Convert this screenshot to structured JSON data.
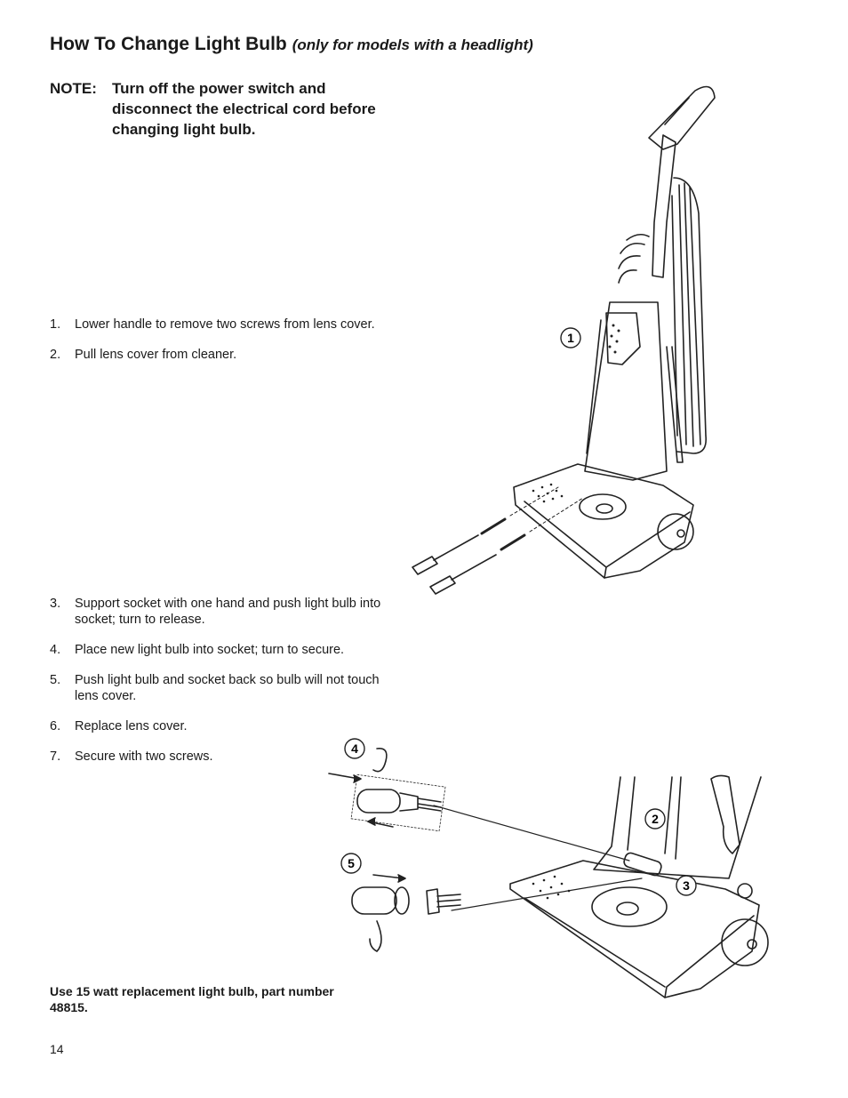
{
  "header": {
    "title": "How To Change Light Bulb",
    "subtitle": "(only for models with a headlight)"
  },
  "note": {
    "label": "NOTE:",
    "text": "Turn off the power switch and disconnect the electrical cord before changing light bulb."
  },
  "steps": [
    {
      "num": "1.",
      "text": "Lower handle to remove two screws from lens cover."
    },
    {
      "num": "2.",
      "text": "Pull lens cover from cleaner."
    },
    {
      "num": "3.",
      "text": "Support socket with one hand and push light bulb into socket; turn to release."
    },
    {
      "num": "4.",
      "text": "Place new light bulb into socket; turn to secure."
    },
    {
      "num": "5.",
      "text": "Push light bulb and socket back so bulb will not touch lens cover."
    },
    {
      "num": "6.",
      "text": "Replace lens cover."
    },
    {
      "num": "7.",
      "text": "Secure with two screws."
    }
  ],
  "callouts": [
    "1",
    "2",
    "3",
    "4",
    "5"
  ],
  "footer": {
    "bulb_note": "Use 15 watt replacement light bulb, part number 48815.",
    "page_number": "14"
  }
}
